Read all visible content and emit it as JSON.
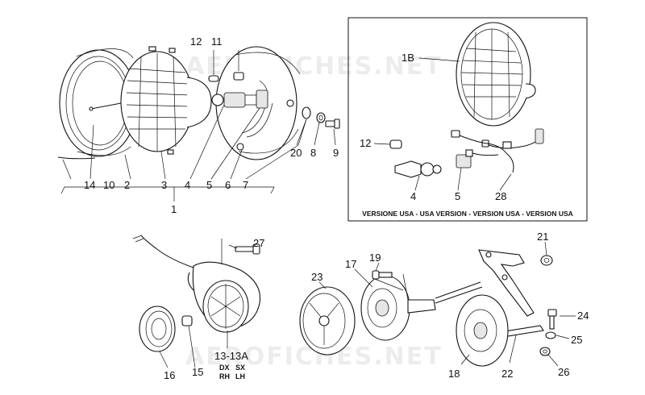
{
  "watermark": "AEROFICHES.NET",
  "inset": {
    "caption": "VERSIONE USA - USA VERSION - VERSION USA - VERSION USA",
    "labels": {
      "l1B": "1B",
      "l12": "12",
      "l4": "4",
      "l5": "5",
      "l28": "28"
    }
  },
  "headlamp": {
    "labels": {
      "l12": "12",
      "l11": "11",
      "l14": "14",
      "l10": "10",
      "l2": "2",
      "l3": "3",
      "l4": "4",
      "l5": "5",
      "l6": "6",
      "l7": "7",
      "l20": "20",
      "l8": "8",
      "l9": "9",
      "l1": "1"
    }
  },
  "indicator": {
    "labels": {
      "l27": "27",
      "l16": "16",
      "l15": "15",
      "l13": "13-13A"
    },
    "sides": {
      "dx": "DX",
      "sx": "SX",
      "rh": "RH",
      "lh": "LH"
    }
  },
  "horns": {
    "labels": {
      "l23": "23",
      "l17": "17",
      "l19": "19",
      "l21": "21",
      "l24": "24",
      "l25": "25",
      "l26": "26",
      "l18": "18",
      "l22": "22"
    }
  }
}
